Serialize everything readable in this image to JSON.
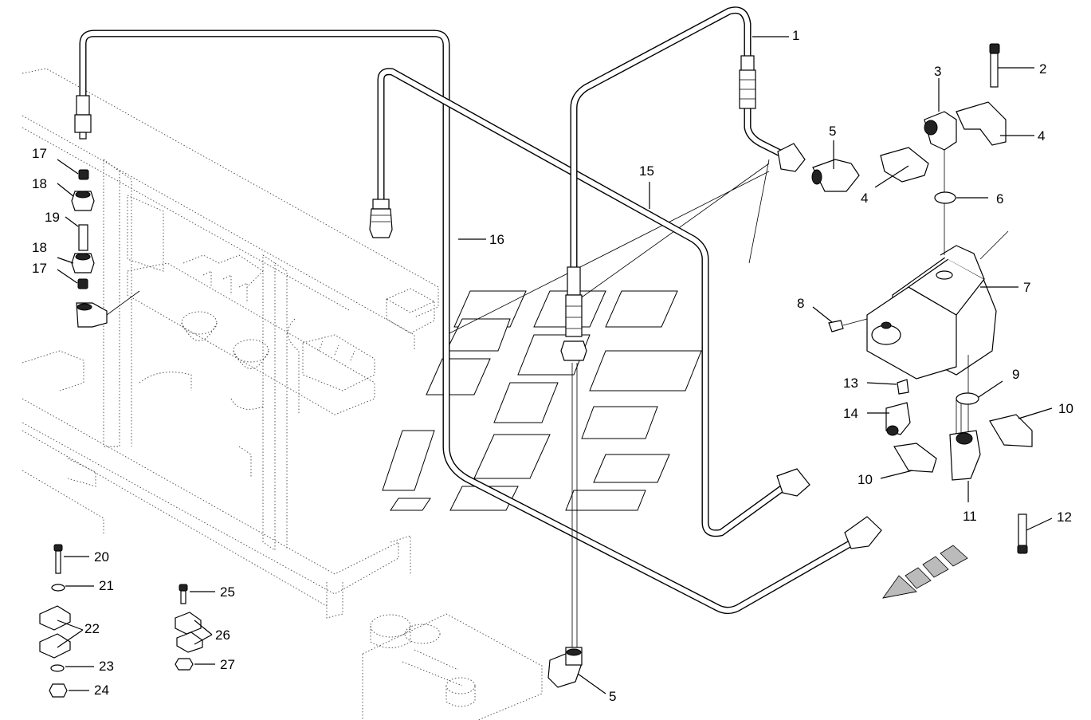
{
  "diagram": {
    "callouts": [
      {
        "id": "1",
        "text": "1"
      },
      {
        "id": "2",
        "text": "2"
      },
      {
        "id": "3",
        "text": "3"
      },
      {
        "id": "4a",
        "text": "4"
      },
      {
        "id": "4b",
        "text": "4"
      },
      {
        "id": "5a",
        "text": "5"
      },
      {
        "id": "5b",
        "text": "5"
      },
      {
        "id": "6",
        "text": "6"
      },
      {
        "id": "7",
        "text": "7"
      },
      {
        "id": "8",
        "text": "8"
      },
      {
        "id": "9",
        "text": "9"
      },
      {
        "id": "10a",
        "text": "10"
      },
      {
        "id": "10b",
        "text": "10"
      },
      {
        "id": "11",
        "text": "11"
      },
      {
        "id": "12",
        "text": "12"
      },
      {
        "id": "13",
        "text": "13"
      },
      {
        "id": "14",
        "text": "14"
      },
      {
        "id": "15",
        "text": "15"
      },
      {
        "id": "16",
        "text": "16"
      },
      {
        "id": "17a",
        "text": "17"
      },
      {
        "id": "17b",
        "text": "17"
      },
      {
        "id": "18a",
        "text": "18"
      },
      {
        "id": "18b",
        "text": "18"
      },
      {
        "id": "19",
        "text": "19"
      },
      {
        "id": "20",
        "text": "20"
      },
      {
        "id": "21",
        "text": "21"
      },
      {
        "id": "22",
        "text": "22"
      },
      {
        "id": "23",
        "text": "23"
      },
      {
        "id": "24",
        "text": "24"
      },
      {
        "id": "25",
        "text": "25"
      },
      {
        "id": "26",
        "text": "26"
      },
      {
        "id": "27",
        "text": "27"
      }
    ]
  }
}
